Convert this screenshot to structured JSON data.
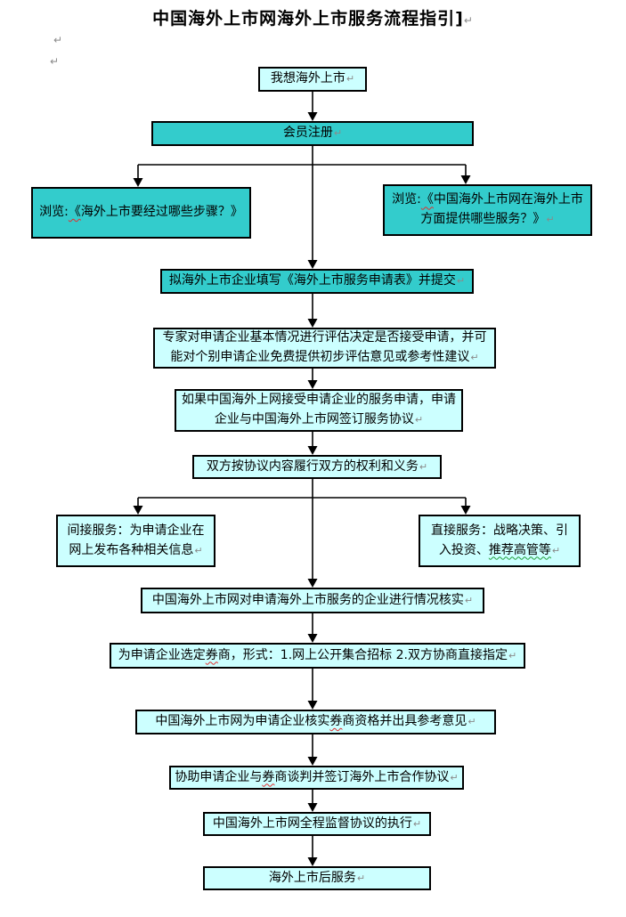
{
  "page": {
    "title": "中国海外上市网海外上市服务流程指引]",
    "title_mark": "↵",
    "stray_marks": [
      "↵",
      "↵"
    ]
  },
  "colors": {
    "teal_fill": "#33CCCC",
    "cyan_fill": "#CCFFFF",
    "border": "#000000",
    "line": "#000000",
    "paragraph_mark": "#8a8a8a",
    "spell_underline": "#e03030",
    "grammar_underline": "#1f9e3a"
  },
  "nodes": [
    {
      "id": "start",
      "fill": "cyan",
      "mark": "↵",
      "lines": [
        [
          {
            "t": "我想海外上市"
          }
        ]
      ]
    },
    {
      "id": "register",
      "fill": "teal",
      "mark": "↵",
      "lines": [
        [
          {
            "t": "会员注册"
          }
        ]
      ]
    },
    {
      "id": "browse-steps",
      "fill": "teal",
      "mark": "",
      "lines": [
        [
          {
            "t": "浏览:"
          },
          {
            "t": "《",
            "u": "red"
          },
          {
            "t": "海外上市要经过哪些步骤？》"
          }
        ]
      ]
    },
    {
      "id": "browse-services",
      "fill": "teal",
      "mark": "↵",
      "lines": [
        [
          {
            "t": "浏览:"
          },
          {
            "t": "《",
            "u": "red"
          },
          {
            "t": "中国海外上市网在海外上市"
          }
        ],
        [
          {
            "t": "方面提供哪些服务？》"
          }
        ]
      ]
    },
    {
      "id": "apply",
      "fill": "teal",
      "mark": "↵",
      "lines": [
        [
          {
            "t": "拟海外上市企业填写《海外上市服务申请表》并提交"
          }
        ]
      ]
    },
    {
      "id": "evaluate",
      "fill": "cyan",
      "mark": "↵",
      "lines": [
        [
          {
            "t": "专家对申请企业基本情况进行评估决定是否接受申请，并可"
          }
        ],
        [
          {
            "t": "能对个别申请企业免费提供初步评估意见或参考性建议"
          }
        ]
      ]
    },
    {
      "id": "sign-agreement",
      "fill": "cyan",
      "mark": "↵",
      "lines": [
        [
          {
            "t": "如果中国海外上网接受申请企业的服务申请，申请"
          }
        ],
        [
          {
            "t": "企业与中国海外上市网签订服务协议"
          }
        ]
      ]
    },
    {
      "id": "perform",
      "fill": "cyan",
      "mark": "↵",
      "lines": [
        [
          {
            "t": "双方按协议内容履行双方的权利和义务"
          }
        ]
      ]
    },
    {
      "id": "indirect",
      "fill": "cyan",
      "mark": "↵",
      "lines": [
        [
          {
            "t": "间接服务：为申请企业在"
          }
        ],
        [
          {
            "t": "网上发布各种相关信息"
          }
        ]
      ]
    },
    {
      "id": "direct",
      "fill": "cyan",
      "mark": "↵",
      "lines": [
        [
          {
            "t": "直接服务：战略决策、引"
          }
        ],
        [
          {
            "t": "入投资、"
          },
          {
            "t": "推荐高管等",
            "u": "green"
          }
        ]
      ]
    },
    {
      "id": "verify",
      "fill": "cyan",
      "mark": "↵",
      "lines": [
        [
          {
            "t": "中国海外上市网对申请海外上市服务的企业进行情况核实"
          }
        ]
      ]
    },
    {
      "id": "select-broker",
      "fill": "cyan",
      "mark": "↵",
      "lines": [
        [
          {
            "t": "为申请企业选定"
          },
          {
            "t": "券",
            "u": "red"
          },
          {
            "t": "商，形式：1.网上公开集合招标  2.双方协商直接指定"
          }
        ]
      ]
    },
    {
      "id": "verify-broker",
      "fill": "cyan",
      "mark": "↵",
      "lines": [
        [
          {
            "t": "中国海外上市网为申请企业核实"
          },
          {
            "t": "券",
            "u": "red"
          },
          {
            "t": "商资格并出具参考意见"
          }
        ]
      ]
    },
    {
      "id": "assist",
      "fill": "cyan",
      "mark": "↵",
      "lines": [
        [
          {
            "t": "协助申请企业与"
          },
          {
            "t": "券",
            "u": "red"
          },
          {
            "t": "商谈判并签订海外上市合作协议"
          }
        ]
      ]
    },
    {
      "id": "supervise",
      "fill": "cyan",
      "mark": "↵",
      "lines": [
        [
          {
            "t": "中国海外上市网全程监督协议的执行"
          }
        ]
      ]
    },
    {
      "id": "post-listing",
      "fill": "cyan",
      "mark": "↵",
      "lines": [
        [
          {
            "t": "海外上市后服务"
          }
        ]
      ]
    }
  ]
}
